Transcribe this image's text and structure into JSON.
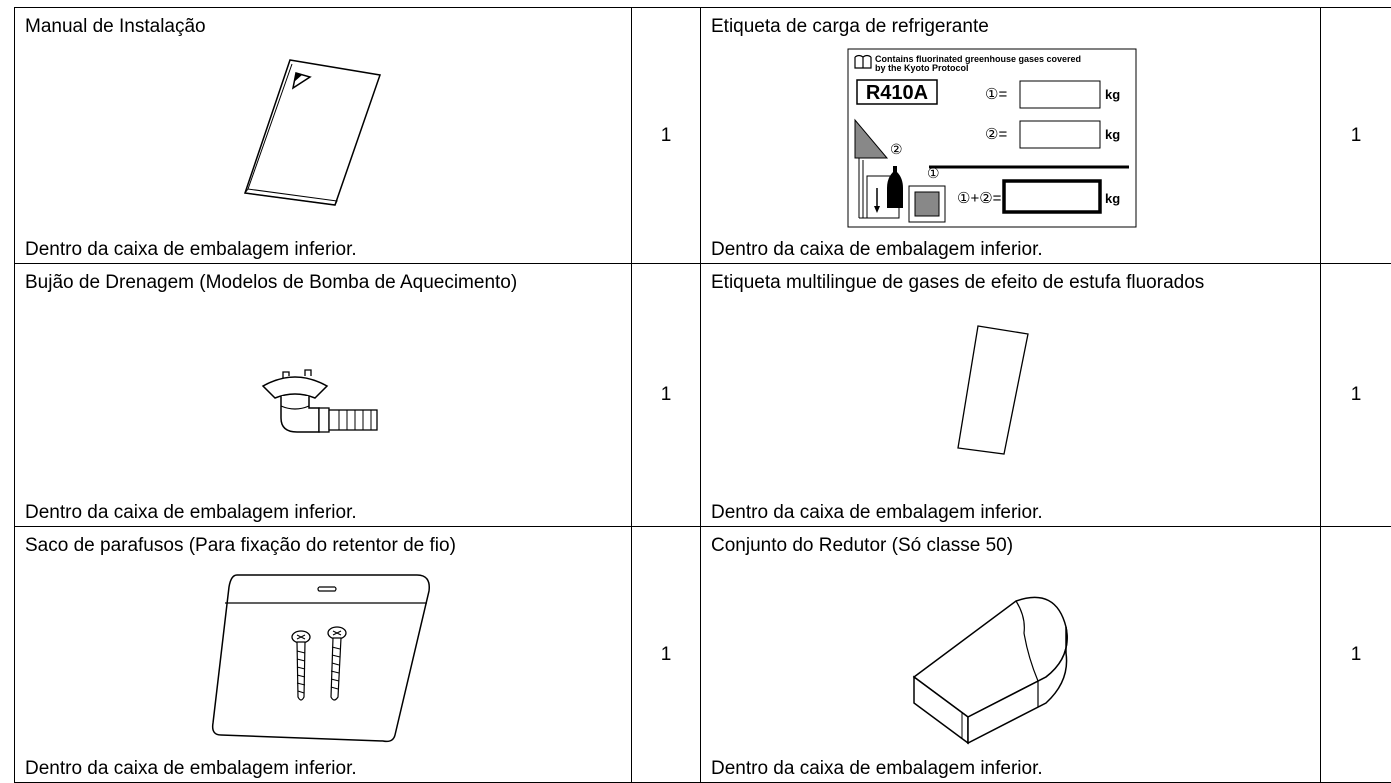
{
  "rows": [
    {
      "left": {
        "title": "Manual de Instalação",
        "location": "Dentro da caixa de embalagem inferior.",
        "quantity": "1",
        "icon": "manual-book-icon"
      },
      "right": {
        "title": "Etiqueta de carga de refrigerante",
        "location": "Dentro da caixa de embalagem inferior.",
        "quantity": "1",
        "icon": "refrigerant-charge-label-icon"
      }
    },
    {
      "left": {
        "title": "Bujão de Drenagem (Modelos de Bomba de Aquecimento)",
        "location": "Dentro da caixa de embalagem inferior.",
        "quantity": "1",
        "icon": "drain-plug-icon"
      },
      "right": {
        "title": "Etiqueta multilingue de gases de efeito de estufa fluorados",
        "location": "Dentro da caixa de embalagem inferior.",
        "quantity": "1",
        "icon": "multilingual-label-strip-icon"
      }
    },
    {
      "left": {
        "title": "Saco de parafusos (Para fixação do retentor de fio)",
        "location": "Dentro da caixa de embalagem inferior.",
        "quantity": "1",
        "icon": "screw-bag-icon"
      },
      "right": {
        "title": "Conjunto do Redutor (Só classe 50)",
        "location": "Dentro da caixa de embalagem inferior.",
        "quantity": "1",
        "icon": "reducer-assembly-icon"
      }
    }
  ],
  "refrigerant_label": {
    "header": "Contains fluorinated greenhouse gases covered",
    "header_line2": "by the Kyoto Protocol",
    "refrigerant": "R410A",
    "line1_marker": "①=",
    "line2_marker": "②=",
    "total_marker": "①+②=",
    "unit": "kg",
    "marker1": "①",
    "marker2": "②"
  }
}
